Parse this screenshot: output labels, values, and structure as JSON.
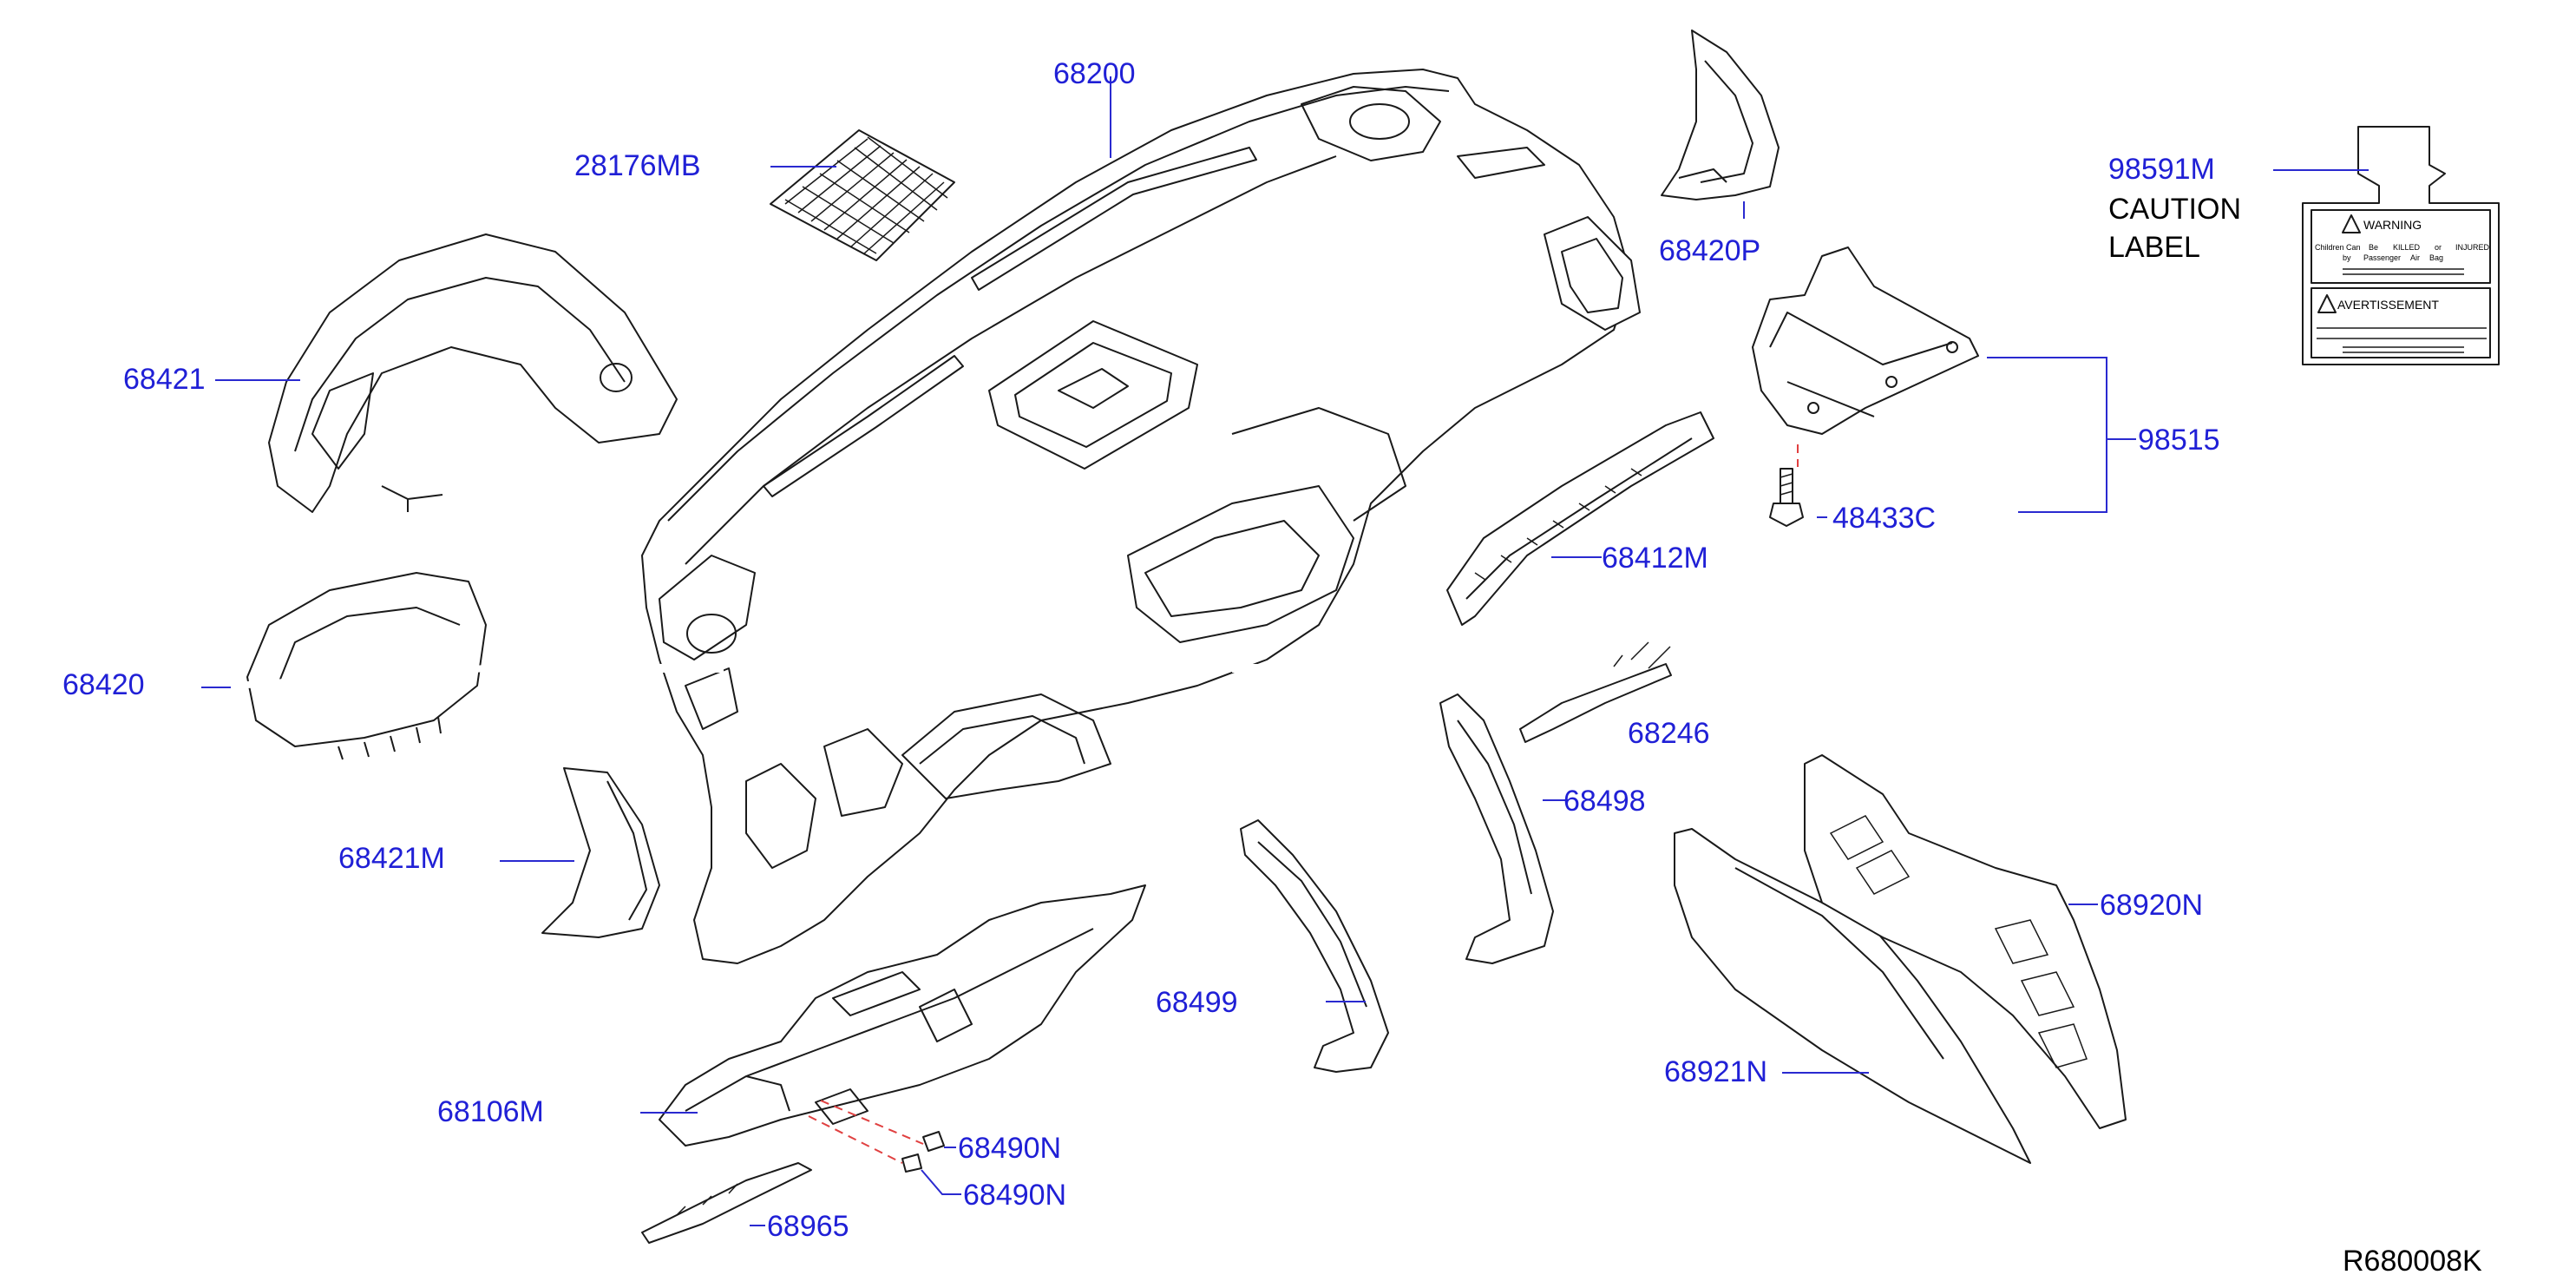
{
  "figure_code": "R680008K",
  "caution_label": {
    "part_number": "98591M",
    "line1": "CAUTION",
    "line2": "LABEL",
    "warning_heading": "WARNING",
    "warning_words": [
      "Children",
      "Can",
      "Be",
      "KILLED",
      "or",
      "INJURED",
      "by",
      "Passenger",
      "Air",
      "Bag"
    ],
    "avertissement_heading": "AVERTISSEMENT"
  },
  "callouts": [
    {
      "id": "68200",
      "text": "68200"
    },
    {
      "id": "28176MB",
      "text": "28176MB"
    },
    {
      "id": "68421",
      "text": "68421"
    },
    {
      "id": "68420",
      "text": "68420"
    },
    {
      "id": "68421M",
      "text": "68421M"
    },
    {
      "id": "68420P",
      "text": "68420P"
    },
    {
      "id": "98515",
      "text": "98515"
    },
    {
      "id": "48433C",
      "text": "48433C"
    },
    {
      "id": "68412M",
      "text": "68412M"
    },
    {
      "id": "68246",
      "text": "68246"
    },
    {
      "id": "68498",
      "text": "68498"
    },
    {
      "id": "68920N",
      "text": "68920N"
    },
    {
      "id": "68499",
      "text": "68499"
    },
    {
      "id": "68921N",
      "text": "68921N"
    },
    {
      "id": "68106M",
      "text": "68106M"
    },
    {
      "id": "68490N_a",
      "text": "68490N"
    },
    {
      "id": "68490N_b",
      "text": "68490N"
    },
    {
      "id": "68965",
      "text": "68965"
    }
  ],
  "colors": {
    "callout_text": "#2020d6",
    "leader_line": "#2a2ad0",
    "dashed_leader": "#e04040",
    "line_art": "#1a1a1a"
  }
}
